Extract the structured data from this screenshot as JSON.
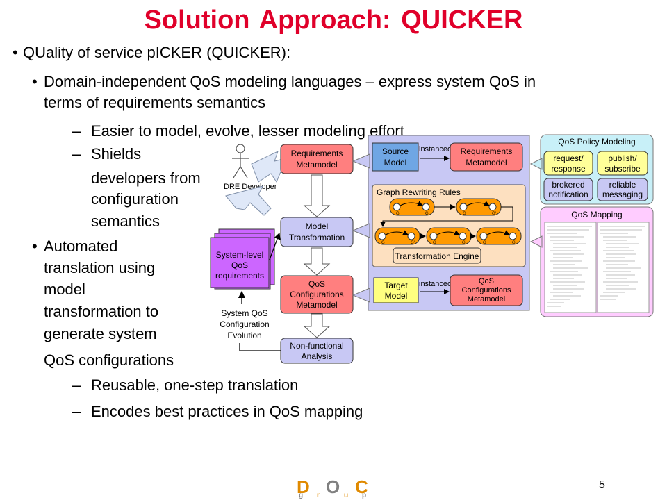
{
  "slide": {
    "title": "Solution Approach: QUICKER",
    "page_number": "5"
  },
  "bullets": {
    "b1": "QUality of service pICKER (QUICKER):",
    "b2_l1": "Domain-independent QoS modeling languages – express system QoS in",
    "b2_l2": "terms of requirements semantics",
    "b3": "Easier to model, evolve, lesser modeling effort",
    "b4_l1": "Shields",
    "b4_l2": "developers from",
    "b4_l3": "configuration",
    "b4_l4": "semantics",
    "b5_l1": "Automated",
    "b5_l2": "translation using",
    "b5_l3": "model",
    "b5_l4": "transformation to",
    "b5_l5": "generate system",
    "b5_l6": "QoS configurations",
    "b6": "Reusable, one-step translation",
    "b7": "Encodes best practices in QoS mapping",
    "dash": "–",
    "dot": "•"
  },
  "diagram": {
    "dre_developer": "DRE Developer",
    "req_meta_l1": "Requirements",
    "req_meta_l2": "Metamodel",
    "model_trans_l1": "Model",
    "model_trans_l2": "Transformation",
    "qos_conf_meta_l1": "QoS",
    "qos_conf_meta_l2": "Configurations",
    "qos_conf_meta_l3": "Metamodel",
    "nonfunc_l1": "Non-functional",
    "nonfunc_l2": "Analysis",
    "syslevel_l1": "System-level",
    "syslevel_l2": "QoS",
    "syslevel_l3": "requirements",
    "evolution_l1": "System QoS",
    "evolution_l2": "Configuration",
    "evolution_l3": "Evolution",
    "source_model_l1": "Source",
    "source_model_l2": "Model",
    "instanceof": "instanceof",
    "graph_rules": "Graph Rewriting Rules",
    "trans_engine": "Transformation Engine",
    "target_model_l1": "Target",
    "target_model_l2": "Model",
    "g": "G",
    "gp": "G'",
    "policy_title": "QoS Policy Modeling",
    "req_resp_l1": "request/",
    "req_resp_l2": "response",
    "pub_sub_l1": "publish/",
    "pub_sub_l2": "subscribe",
    "brokered_l1": "brokered",
    "brokered_l2": "notification",
    "reliable_l1": "reliable",
    "reliable_l2": "messaging",
    "mapping_title": "QoS Mapping"
  },
  "logo": {
    "letters": [
      "D",
      "O",
      "C"
    ],
    "small": [
      "g",
      "r",
      "u",
      "p"
    ],
    "colors": {
      "orange": "#e08a00",
      "gray": "#808080"
    }
  },
  "colors": {
    "title": "#e0002a",
    "red_box": "#ff7f7f",
    "lavender_box": "#c8c8f4",
    "blue_box": "#6fa6e4",
    "yellow_box": "#ffff80",
    "orange_box": "#ff9900",
    "peach_panel": "#fde0c0",
    "purple_doc": "#cc66ff",
    "cyan_panel": "#c8f0f8",
    "lime_box": "#ffff99",
    "pink_panel": "#ffccff"
  }
}
